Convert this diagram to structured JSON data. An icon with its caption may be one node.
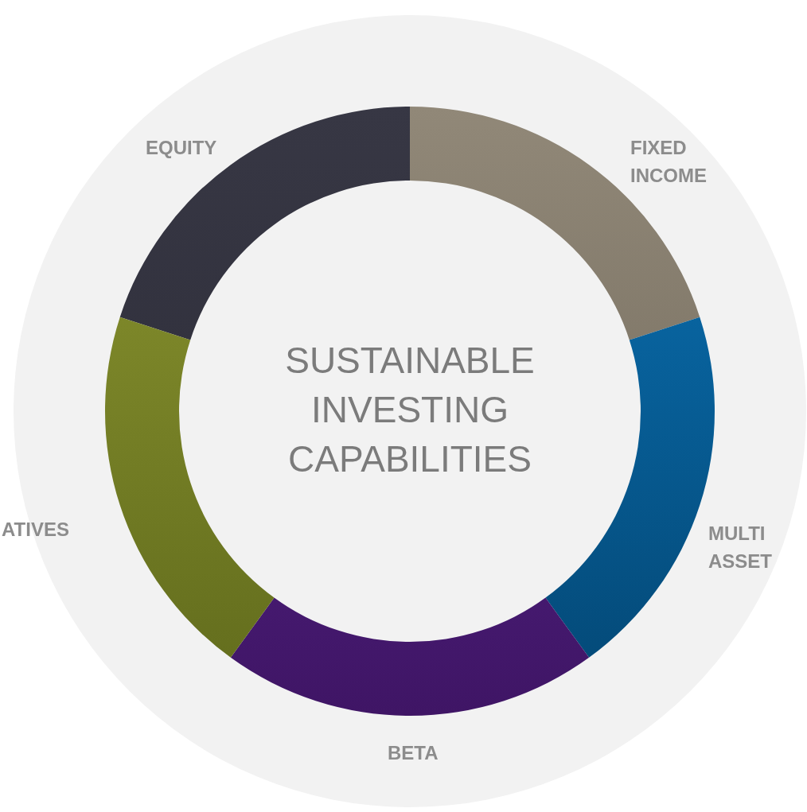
{
  "diagram": {
    "nodes": [
      {
        "text": [
          "SUSTAINABLE INVESTING CAPABILITIES"
        ]
      },
      {
        "text": [],
        "shape": "arc",
        "beside": [
          "EQUITY"
        ]
      },
      {
        "text": [],
        "shape": "arc",
        "beside": [
          "FIXED INCOME"
        ]
      },
      {
        "text": [],
        "shape": "arc",
        "beside": [
          "MULTI ASSET"
        ]
      },
      {
        "text": [],
        "shape": "arc",
        "beside": [
          "BETA"
        ]
      },
      {
        "text": [],
        "shape": "arc",
        "beside": [
          "ATIVES"
        ]
      }
    ]
  }
}
